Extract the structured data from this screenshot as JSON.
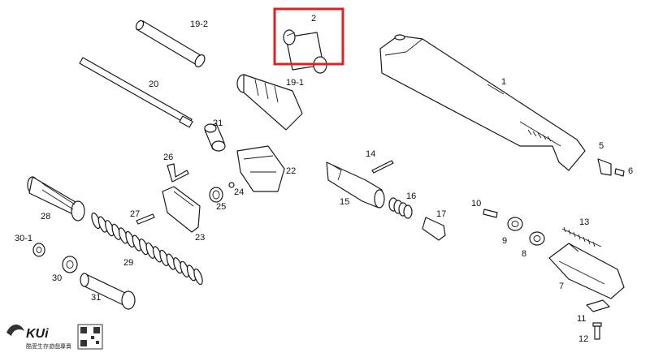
{
  "labels": {
    "p1": "1",
    "p2": "2",
    "p5": "5",
    "p6": "6",
    "p7": "7",
    "p8": "8",
    "p9": "9",
    "p10": "10",
    "p11": "11",
    "p12": "12",
    "p13": "13",
    "p14": "14",
    "p15": "15",
    "p16": "16",
    "p17": "17",
    "p19_1": "19-1",
    "p19_2": "19-2",
    "p20": "20",
    "p21": "21",
    "p22": "22",
    "p23": "23",
    "p24": "24",
    "p25": "25",
    "p26": "26",
    "p27": "27",
    "p28": "28",
    "p29": "29",
    "p30": "30",
    "p30_1": "30-1",
    "p31": "31"
  },
  "highlight": {
    "color": "#e02020"
  },
  "logo": {
    "text": "KUi",
    "subtitle": "酷愛生存遊戲專賣"
  }
}
